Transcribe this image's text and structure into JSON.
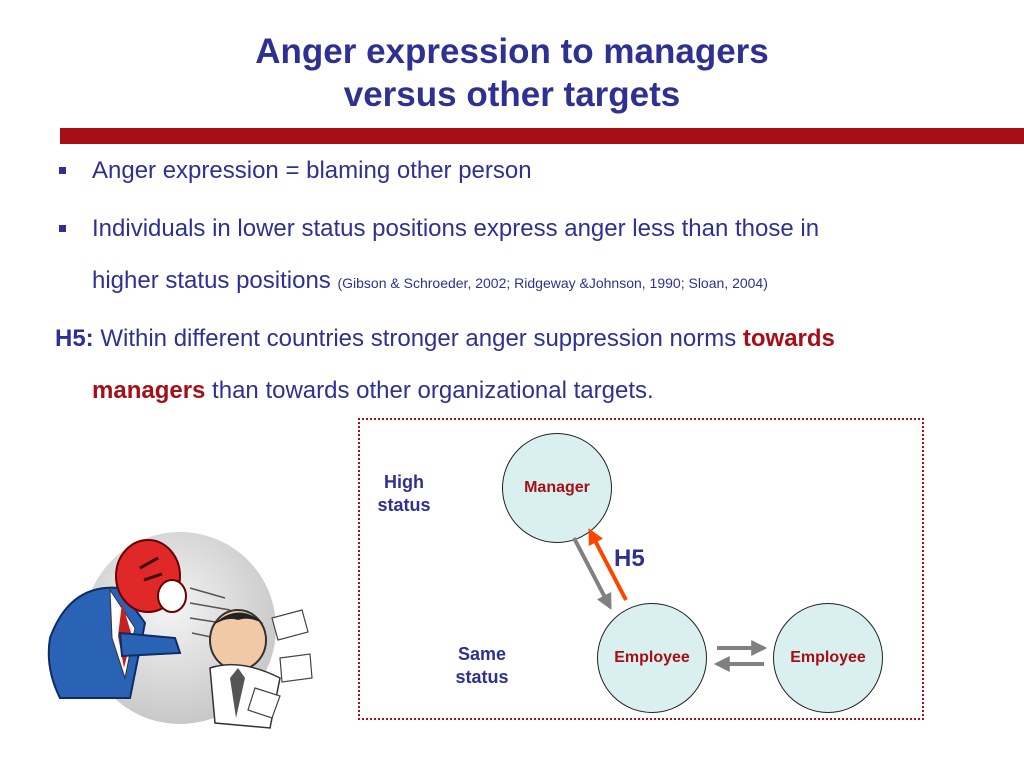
{
  "title": {
    "line1": "Anger expression to managers",
    "line2": "versus other targets"
  },
  "bullets": [
    {
      "text": "Anger expression = blaming other person"
    },
    {
      "line1": "Individuals in lower status positions express anger less than those in",
      "line2": "higher status positions",
      "citation": "(Gibson & Schroeder, 2002; Ridgeway &Johnson, 1990; Sloan, 2004)"
    }
  ],
  "hypothesis": {
    "label": "H5:",
    "text1": " Within different countries stronger anger suppression norms ",
    "emph1": "towards",
    "emph2": "managers",
    "text2": " than towards other organizational targets."
  },
  "diagram": {
    "high_status_line1": "High",
    "high_status_line2": "status",
    "same_status_line1": "Same",
    "same_status_line2": "status",
    "manager": "Manager",
    "employee_left": "Employee",
    "employee_right": "Employee",
    "h5": "H5"
  },
  "colors": {
    "title_blue": "#2e3192",
    "accent_red": "#a50f15",
    "node_fill": "#daf0f0",
    "arrow_orange": "#ff4400",
    "arrow_gray": "#808080"
  },
  "icons": [
    "square-bullet-icon",
    "angry-boss-illustration"
  ]
}
